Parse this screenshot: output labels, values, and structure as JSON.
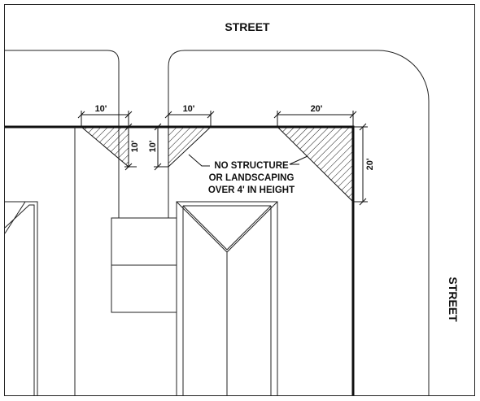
{
  "labels": {
    "street_top": "STREET",
    "street_right": "STREET",
    "note_line1": "NO STRUCTURE",
    "note_line2": "OR LANDSCAPING",
    "note_line3": "OVER 4' IN HEIGHT"
  },
  "dimensions": {
    "left_tri_width": "10'",
    "left_tri_height": "10'",
    "mid_tri_width": "10'",
    "mid_tri_height": "10'",
    "corner_tri_width": "20'",
    "corner_tri_height": "20'"
  },
  "colors": {
    "line": "#111111",
    "background": "#ffffff"
  }
}
